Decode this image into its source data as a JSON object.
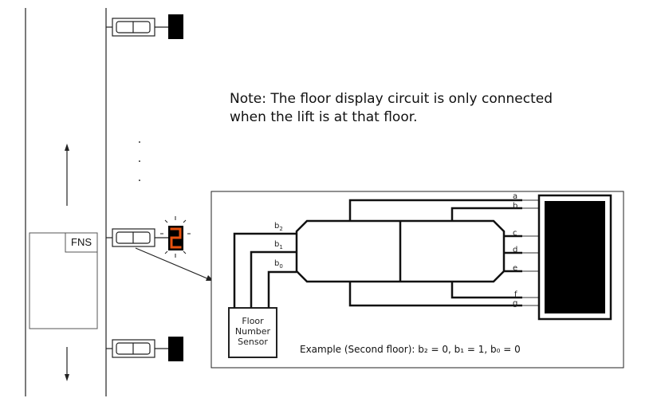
{
  "note": {
    "line1": "Note: The floor display circuit is only connected",
    "line2": "when the lift is at that floor."
  },
  "lift": {
    "sensor_label": "FNS"
  },
  "sensor": {
    "line1": "Floor",
    "line2": "Number",
    "line3": "Sensor"
  },
  "inputs": {
    "b2": "b",
    "b2_sub": "2",
    "b1": "b",
    "b1_sub": "1",
    "b0": "b",
    "b0_sub": "0"
  },
  "segments": {
    "a": "a",
    "b": "b",
    "c": "c",
    "d": "d",
    "e": "e",
    "f": "f",
    "g": "g"
  },
  "example": {
    "text": "Example (Second floor): b₂ = 0, b₁ = 1, b₀ = 0"
  },
  "display": {
    "current_digit": "2"
  },
  "colors": {
    "digit_lit": "#e8520f",
    "display_off": "#000000"
  }
}
